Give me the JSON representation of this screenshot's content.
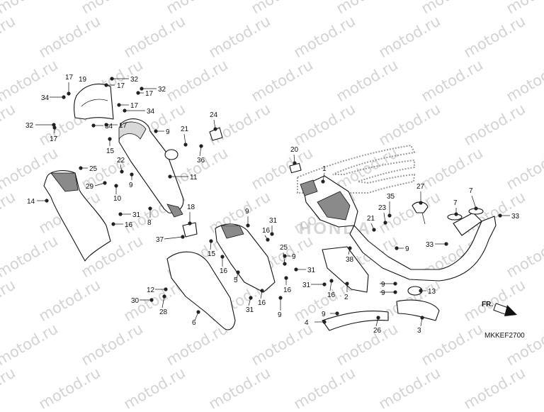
{
  "watermark": "motod.ru",
  "drawing_code": "MKKEF2700",
  "direction_label": "FR.",
  "callouts": [
    {
      "id": "c17a",
      "text": "17"
    },
    {
      "id": "c19",
      "text": "19"
    },
    {
      "id": "c32a",
      "text": "32"
    },
    {
      "id": "c17b",
      "text": "17"
    },
    {
      "id": "c32b",
      "text": "32"
    },
    {
      "id": "c17c",
      "text": "17"
    },
    {
      "id": "c34a",
      "text": "34"
    },
    {
      "id": "c17d",
      "text": "17"
    },
    {
      "id": "c34b",
      "text": "34"
    },
    {
      "id": "c32c",
      "text": "32"
    },
    {
      "id": "c17e",
      "text": "17"
    },
    {
      "id": "c34c",
      "text": "34"
    },
    {
      "id": "c17f",
      "text": "17"
    },
    {
      "id": "c15a",
      "text": "15"
    },
    {
      "id": "c9a",
      "text": "9"
    },
    {
      "id": "c21a",
      "text": "21"
    },
    {
      "id": "c24",
      "text": "24"
    },
    {
      "id": "c36",
      "text": "36"
    },
    {
      "id": "c22",
      "text": "22"
    },
    {
      "id": "c25a",
      "text": "25"
    },
    {
      "id": "c9b",
      "text": "9"
    },
    {
      "id": "c11",
      "text": "11"
    },
    {
      "id": "c20",
      "text": "20"
    },
    {
      "id": "c29",
      "text": "29"
    },
    {
      "id": "c10",
      "text": "10"
    },
    {
      "id": "c14",
      "text": "14"
    },
    {
      "id": "c31a",
      "text": "31"
    },
    {
      "id": "c16a",
      "text": "16"
    },
    {
      "id": "c8",
      "text": "8"
    },
    {
      "id": "c18",
      "text": "18"
    },
    {
      "id": "c37",
      "text": "37"
    },
    {
      "id": "c1",
      "text": "1"
    },
    {
      "id": "c27",
      "text": "27"
    },
    {
      "id": "c7a",
      "text": "7"
    },
    {
      "id": "c7b",
      "text": "7"
    },
    {
      "id": "c35",
      "text": "35"
    },
    {
      "id": "c23",
      "text": "23"
    },
    {
      "id": "c21b",
      "text": "21"
    },
    {
      "id": "c33a",
      "text": "33"
    },
    {
      "id": "c33b",
      "text": "33"
    },
    {
      "id": "c9c",
      "text": "9"
    },
    {
      "id": "c31b",
      "text": "31"
    },
    {
      "id": "c16b",
      "text": "16"
    },
    {
      "id": "c9d",
      "text": "9"
    },
    {
      "id": "c15b",
      "text": "15"
    },
    {
      "id": "c16c",
      "text": "16"
    },
    {
      "id": "c5",
      "text": "5"
    },
    {
      "id": "c25b",
      "text": "25"
    },
    {
      "id": "c9e",
      "text": "9"
    },
    {
      "id": "c38",
      "text": "38"
    },
    {
      "id": "c31c",
      "text": "31"
    },
    {
      "id": "c16d",
      "text": "16"
    },
    {
      "id": "c2",
      "text": "2"
    },
    {
      "id": "c9f",
      "text": "9"
    },
    {
      "id": "c9g",
      "text": "9"
    },
    {
      "id": "c13",
      "text": "13"
    },
    {
      "id": "c12",
      "text": "12"
    },
    {
      "id": "c30",
      "text": "30"
    },
    {
      "id": "c28",
      "text": "28"
    },
    {
      "id": "c31d",
      "text": "31"
    },
    {
      "id": "c16e",
      "text": "16"
    },
    {
      "id": "c31e",
      "text": "31"
    },
    {
      "id": "c16f",
      "text": "16"
    },
    {
      "id": "c9h",
      "text": "9"
    },
    {
      "id": "c6",
      "text": "6"
    },
    {
      "id": "c9i",
      "text": "9"
    },
    {
      "id": "c4",
      "text": "4"
    },
    {
      "id": "c26",
      "text": "26"
    },
    {
      "id": "c3",
      "text": "3"
    }
  ]
}
